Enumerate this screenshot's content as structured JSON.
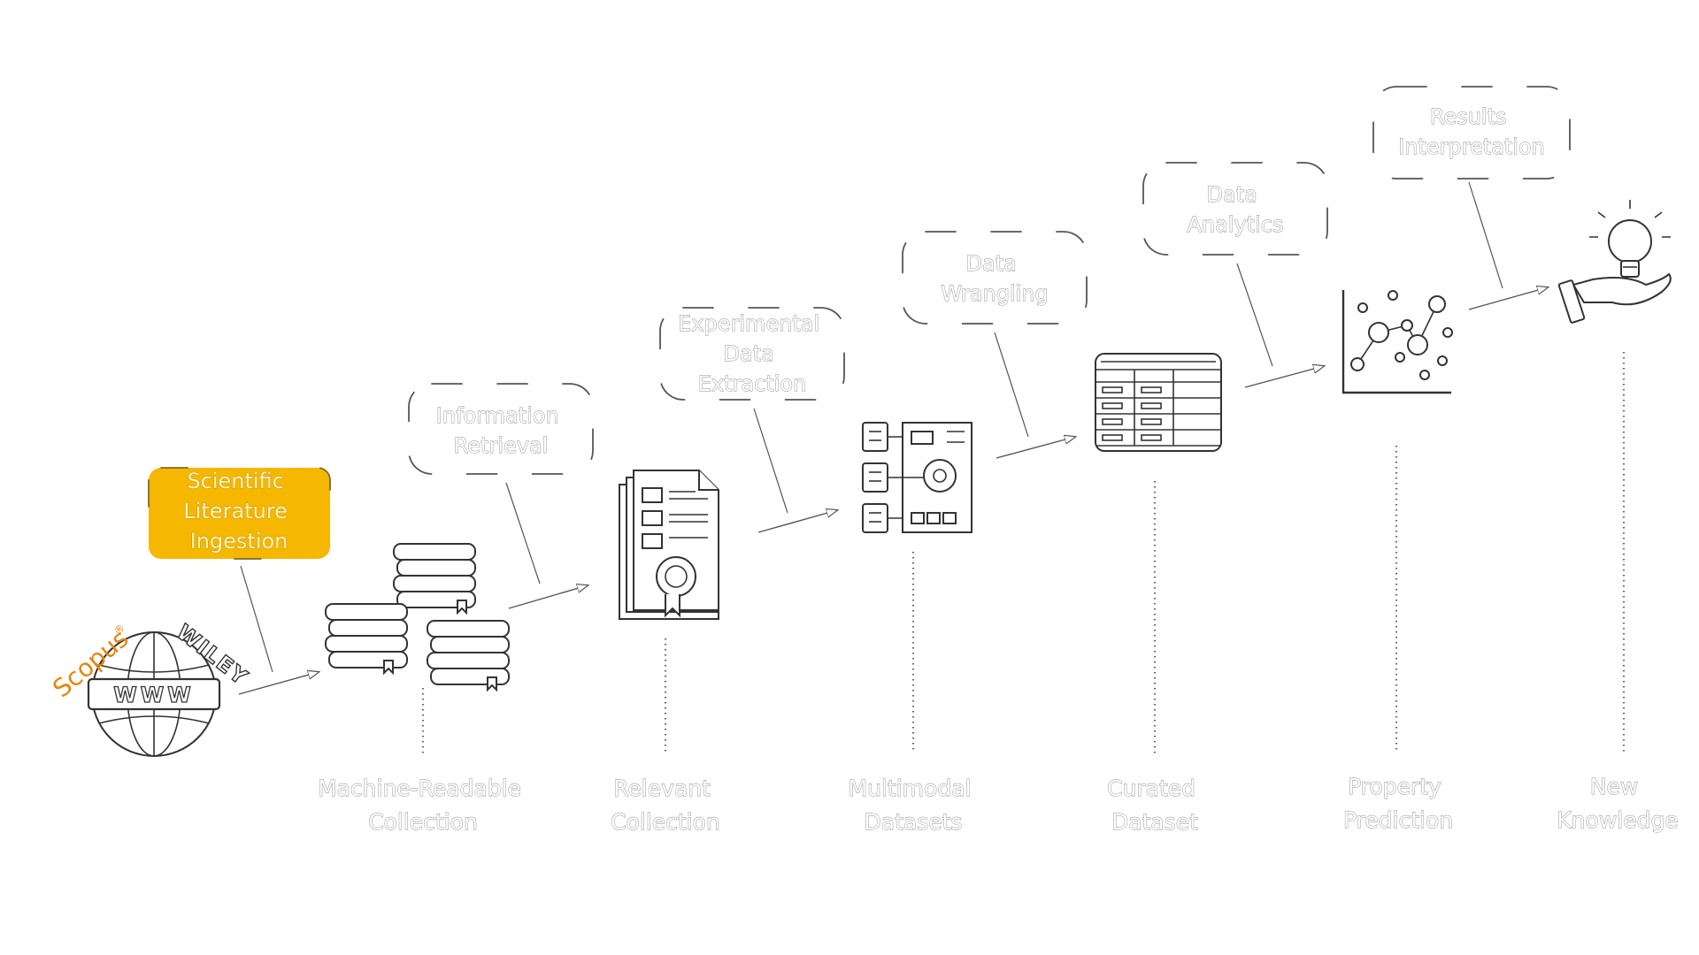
{
  "diagram": {
    "colors": {
      "highlight_fill": "#f5b700",
      "scopus_orange": "#e8850c",
      "line": "#555555",
      "icon_stroke": "#333333"
    },
    "logos": {
      "scopus": "Scopus",
      "scopus_mark": "®",
      "wiley": "WILEY",
      "www": "WWW"
    },
    "highlight_box": {
      "lines": [
        "Scientific",
        "Literature",
        "Ingestion"
      ]
    },
    "bubbles": [
      {
        "lines": [
          "Information",
          "Retrieval"
        ]
      },
      {
        "lines": [
          "Experimental",
          "Data",
          "Extraction"
        ]
      },
      {
        "lines": [
          "Data",
          "Wrangling"
        ]
      },
      {
        "lines": [
          "Data",
          "Analytics"
        ]
      },
      {
        "lines": [
          "Results",
          "Interpretation"
        ]
      }
    ],
    "stages": [
      {
        "lines": [
          "Machine-Readable",
          "Collection"
        ],
        "icon": "books-icon"
      },
      {
        "lines": [
          "Relevant",
          "Collection"
        ],
        "icon": "certificate-document-icon"
      },
      {
        "lines": [
          "Multimodal",
          "Datasets"
        ],
        "icon": "circuit-board-gear-icon"
      },
      {
        "lines": [
          "Curated",
          "Dataset"
        ],
        "icon": "data-table-icon"
      },
      {
        "lines": [
          "Property",
          "Prediction"
        ],
        "icon": "scatter-graph-icon"
      },
      {
        "lines": [
          "New",
          "Knowledge"
        ],
        "icon": "lightbulb-hand-icon"
      }
    ]
  }
}
